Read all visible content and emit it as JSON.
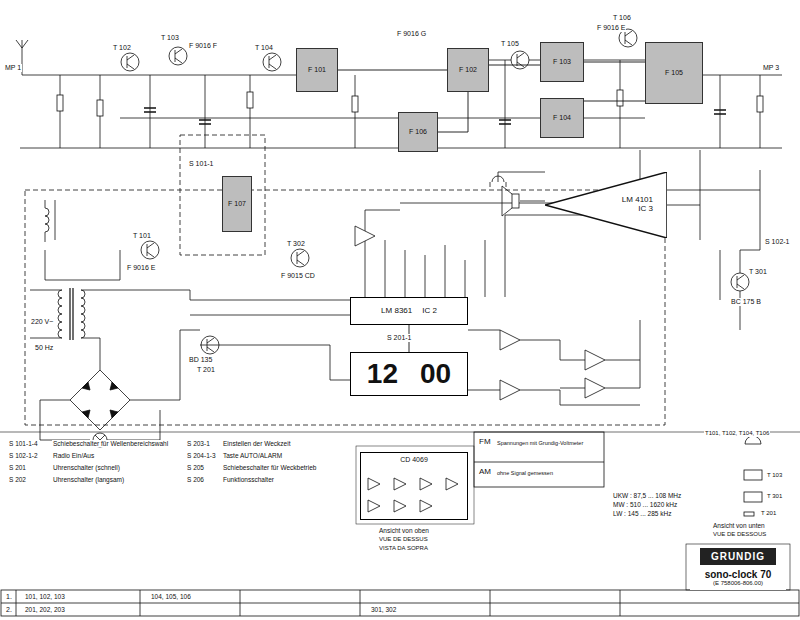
{
  "diagram": {
    "nodes": [
      {
        "text": [
          "F 101"
        ]
      },
      {
        "text": [
          "F 102"
        ]
      },
      {
        "text": [
          "F 103"
        ]
      },
      {
        "text": [
          "F 104"
        ]
      },
      {
        "text": [
          "F 105"
        ]
      },
      {
        "text": [
          "F 106"
        ]
      },
      {
        "text": [
          "F 107"
        ]
      },
      {
        "text": [
          "LM 4101",
          "IC 3"
        ]
      },
      {
        "text": [
          "LM 8361",
          "IC 2"
        ]
      },
      {
        "text": [
          "12",
          "00"
        ]
      },
      {
        "text": [
          "CD 4069"
        ]
      },
      {
        "text": [
          "GRUNDIG"
        ]
      },
      {
        "text": [
          "sono-clock 70",
          "(E 758006-806.00)"
        ]
      }
    ],
    "edges": [
      {
        "from": 0,
        "to": 1,
        "arrow": "none"
      },
      {
        "from": 1,
        "to": 2,
        "arrow": "none"
      },
      {
        "from": 2,
        "to": 4,
        "arrow": "none"
      },
      {
        "from": 3,
        "to": 4,
        "arrow": "none"
      },
      {
        "from": 1,
        "to": 5,
        "arrow": "none"
      },
      {
        "from": 8,
        "to": 9,
        "arrow": "none"
      }
    ],
    "labels": [
      "MP 1",
      "T 102",
      "T 103",
      "F 9016 F",
      "T 104",
      "F 9016 G",
      "T 105",
      "T 106",
      "F 9016 E",
      "MP 3",
      "T 101",
      "F 9016 E",
      "S 101-1",
      "T 302",
      "F 9015 CD",
      "T 301",
      "BC 175 B",
      "BD 135",
      "T 201",
      "S 102-1",
      "220 V~",
      "50 Hz",
      "S 201-1",
      "S 101-1-4",
      "Schiebeschalter für Wellenbereichswahl",
      "S 102-1-2",
      "Radio Ein/Aus",
      "S 201",
      "Uhrenschalter (schnell)",
      "S 202",
      "Uhrenschalter (langsam)",
      "S 203-1",
      "Einstellen der Weckzeit",
      "S 204-1-3",
      "Taste AUTO/ALARM",
      "S 205",
      "Schiebeschalter für Weckbetrieb",
      "S 206",
      "Funktionsschalter",
      "FM",
      "Spannungen mit Grundig-Voltmeter",
      "AM",
      "ohne Signal gemessen",
      "Ansicht von oben",
      "VUE DE DESSUS",
      "VISTA DA SOPRA",
      "UKW : 87,5 ... 108 MHz",
      "MW : 510 ... 1620 kHz",
      "LW : 145 ... 285 kHz",
      "T101, T102, T104, T106",
      "T 103",
      "T 301",
      "T 201",
      "Ansicht von unten",
      "VUE DE DESSOUS",
      "1.",
      "2.",
      "101, 102, 103",
      "201, 202, 203",
      "104, 105, 106",
      "301, 302"
    ]
  }
}
